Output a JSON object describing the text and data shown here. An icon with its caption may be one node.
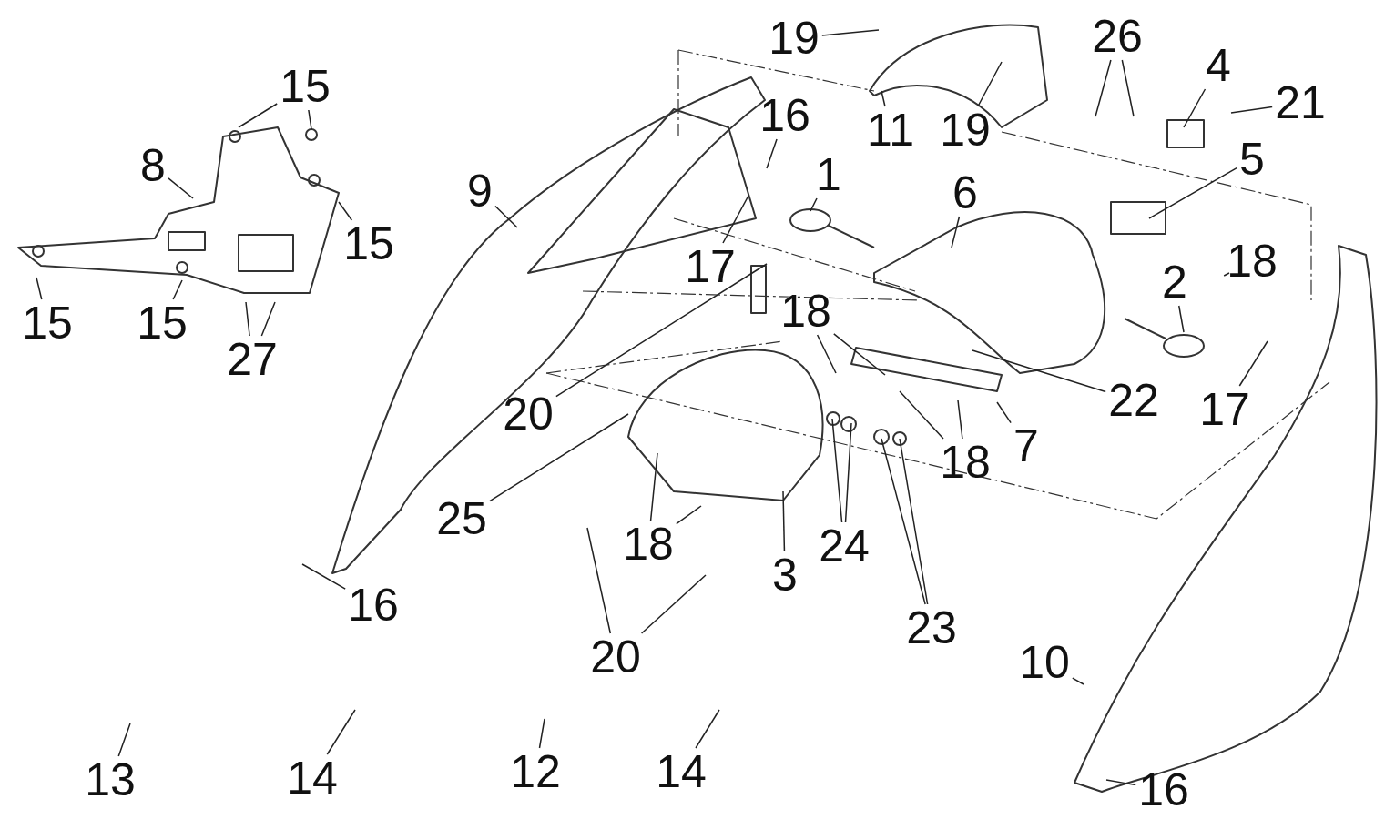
{
  "diagram": {
    "nodes": [
      {
        "text": [
          "19"
        ]
      },
      {
        "text": [
          "26"
        ]
      },
      {
        "text": [
          "4"
        ]
      },
      {
        "text": [
          "15"
        ]
      },
      {
        "text": [
          "21"
        ]
      },
      {
        "text": [
          "16"
        ]
      },
      {
        "text": [
          "11"
        ]
      },
      {
        "text": [
          "19"
        ]
      },
      {
        "text": [
          "5"
        ]
      },
      {
        "text": [
          "8"
        ]
      },
      {
        "text": [
          "1"
        ]
      },
      {
        "text": [
          "9"
        ]
      },
      {
        "text": [
          "6"
        ]
      },
      {
        "text": [
          "15"
        ]
      },
      {
        "text": [
          "18"
        ]
      },
      {
        "text": [
          "17"
        ]
      },
      {
        "text": [
          "2"
        ]
      },
      {
        "text": [
          "18"
        ]
      },
      {
        "text": [
          "15"
        ]
      },
      {
        "text": [
          "15"
        ]
      },
      {
        "text": [
          "27"
        ]
      },
      {
        "text": [
          "17"
        ]
      },
      {
        "text": [
          "22"
        ]
      },
      {
        "text": [
          "20"
        ]
      },
      {
        "text": [
          "7"
        ]
      },
      {
        "text": [
          "18"
        ]
      },
      {
        "text": [
          "25"
        ]
      },
      {
        "text": [
          "24"
        ]
      },
      {
        "text": [
          "18"
        ]
      },
      {
        "text": [
          "3"
        ]
      },
      {
        "text": [
          "16"
        ]
      },
      {
        "text": [
          "23"
        ]
      },
      {
        "text": [
          "20"
        ]
      },
      {
        "text": [
          "10"
        ]
      },
      {
        "text": [
          "12"
        ]
      },
      {
        "text": [
          "13"
        ]
      },
      {
        "text": [
          "14"
        ]
      },
      {
        "text": [
          "14"
        ]
      },
      {
        "text": [
          "16"
        ]
      }
    ],
    "edges": [
      {
        "from": 0,
        "to": null,
        "arrow": "none"
      },
      {
        "from": 1,
        "to": null,
        "arrow": "none"
      },
      {
        "from": 1,
        "to": null,
        "arrow": "none"
      },
      {
        "from": 2,
        "to": null,
        "arrow": "none"
      },
      {
        "from": 3,
        "to": null,
        "arrow": "none"
      },
      {
        "from": 3,
        "to": null,
        "arrow": "none"
      },
      {
        "from": 4,
        "to": null,
        "arrow": "none"
      },
      {
        "from": 5,
        "to": null,
        "arrow": "none"
      },
      {
        "from": 6,
        "to": null,
        "arrow": "none"
      },
      {
        "from": 7,
        "to": null,
        "arrow": "none"
      },
      {
        "from": 8,
        "to": null,
        "arrow": "none"
      },
      {
        "from": 9,
        "to": null,
        "arrow": "none"
      },
      {
        "from": 10,
        "to": null,
        "arrow": "none"
      },
      {
        "from": 11,
        "to": null,
        "arrow": "none"
      },
      {
        "from": 12,
        "to": null,
        "arrow": "none"
      },
      {
        "from": 13,
        "to": null,
        "arrow": "none"
      },
      {
        "from": 14,
        "to": null,
        "arrow": "none"
      },
      {
        "from": 15,
        "to": null,
        "arrow": "none"
      },
      {
        "from": 16,
        "to": null,
        "arrow": "none"
      },
      {
        "from": 17,
        "to": null,
        "arrow": "none"
      },
      {
        "from": 17,
        "to": null,
        "arrow": "none"
      },
      {
        "from": 18,
        "to": null,
        "arrow": "none"
      },
      {
        "from": 19,
        "to": null,
        "arrow": "none"
      },
      {
        "from": 20,
        "to": null,
        "arrow": "none"
      },
      {
        "from": 20,
        "to": null,
        "arrow": "none"
      },
      {
        "from": 21,
        "to": null,
        "arrow": "none"
      },
      {
        "from": 22,
        "to": null,
        "arrow": "none"
      },
      {
        "from": 23,
        "to": null,
        "arrow": "none"
      },
      {
        "from": 24,
        "to": null,
        "arrow": "none"
      },
      {
        "from": 25,
        "to": null,
        "arrow": "none"
      },
      {
        "from": 25,
        "to": null,
        "arrow": "none"
      },
      {
        "from": 26,
        "to": null,
        "arrow": "none"
      },
      {
        "from": 27,
        "to": null,
        "arrow": "none"
      },
      {
        "from": 27,
        "to": null,
        "arrow": "none"
      },
      {
        "from": 28,
        "to": null,
        "arrow": "none"
      },
      {
        "from": 28,
        "to": null,
        "arrow": "none"
      },
      {
        "from": 29,
        "to": null,
        "arrow": "none"
      },
      {
        "from": 30,
        "to": null,
        "arrow": "none"
      },
      {
        "from": 31,
        "to": null,
        "arrow": "none"
      },
      {
        "from": 31,
        "to": null,
        "arrow": "none"
      },
      {
        "from": 32,
        "to": null,
        "arrow": "none"
      },
      {
        "from": 32,
        "to": null,
        "arrow": "none"
      },
      {
        "from": 33,
        "to": null,
        "arrow": "none"
      },
      {
        "from": 34,
        "to": null,
        "arrow": "none"
      },
      {
        "from": 35,
        "to": null,
        "arrow": "none"
      },
      {
        "from": 36,
        "to": null,
        "arrow": "none"
      },
      {
        "from": 37,
        "to": null,
        "arrow": "none"
      },
      {
        "from": 38,
        "to": null,
        "arrow": "none"
      }
    ]
  }
}
